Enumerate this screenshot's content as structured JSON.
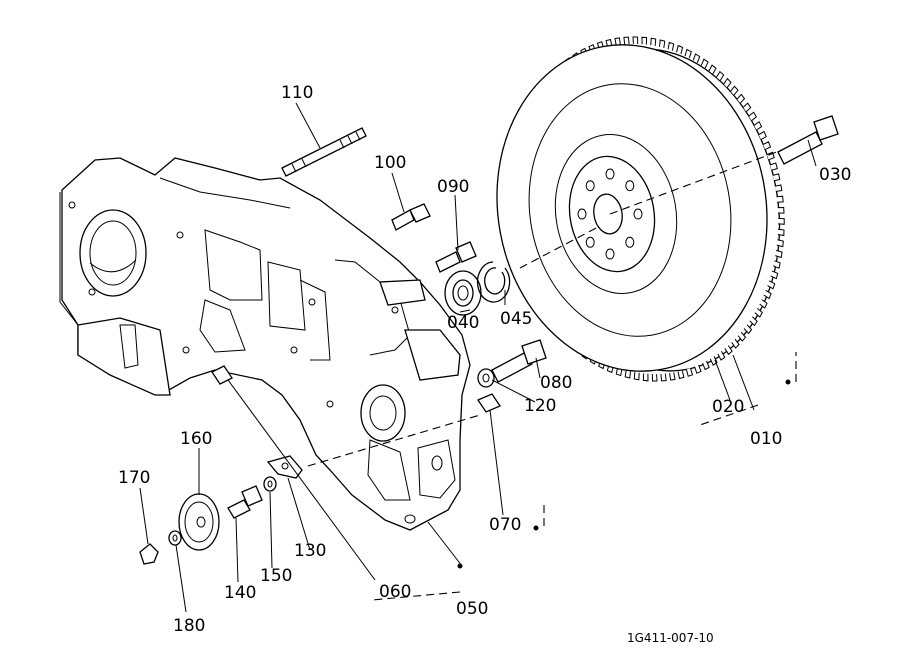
{
  "diagram": {
    "callouts": [
      {
        "id": "p110",
        "text": "110"
      },
      {
        "id": "p100",
        "text": "100"
      },
      {
        "id": "p090",
        "text": "090"
      },
      {
        "id": "p040",
        "text": "040"
      },
      {
        "id": "p045",
        "text": "045"
      },
      {
        "id": "p030",
        "text": "030"
      },
      {
        "id": "p020",
        "text": "020"
      },
      {
        "id": "p010",
        "text": "010"
      },
      {
        "id": "p080",
        "text": "080"
      },
      {
        "id": "p120",
        "text": "120"
      },
      {
        "id": "p070",
        "text": "070"
      },
      {
        "id": "p050",
        "text": "050"
      },
      {
        "id": "p060",
        "text": "060"
      },
      {
        "id": "p130",
        "text": "130"
      },
      {
        "id": "p150",
        "text": "150"
      },
      {
        "id": "p140",
        "text": "140"
      },
      {
        "id": "p160",
        "text": "160"
      },
      {
        "id": "p170",
        "text": "170"
      },
      {
        "id": "p180",
        "text": "180"
      }
    ],
    "drawing_code": "1G411-007-10"
  }
}
